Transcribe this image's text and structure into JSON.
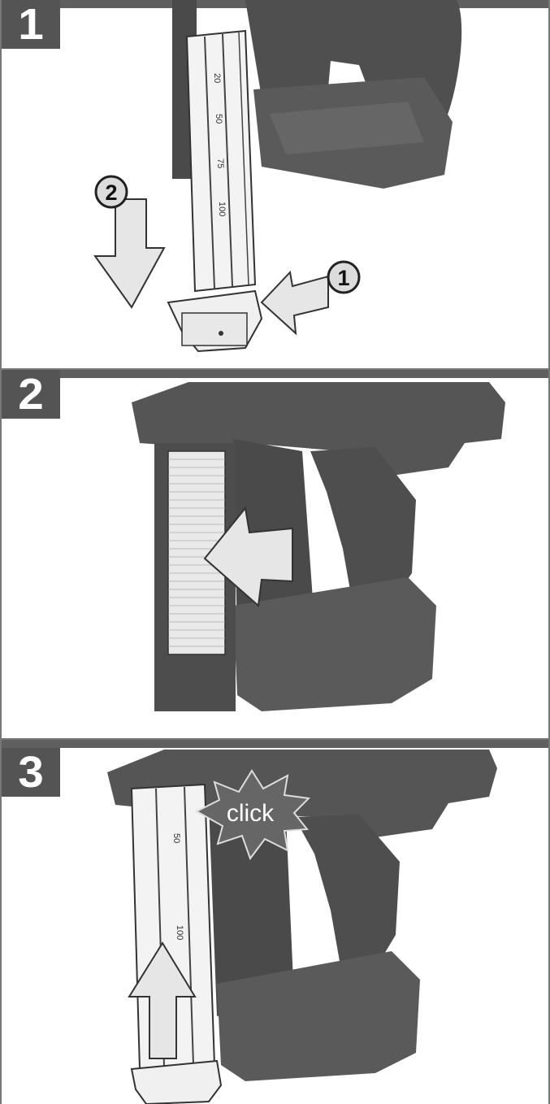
{
  "steps": [
    {
      "number": "1",
      "callouts": [
        "1",
        "2"
      ]
    },
    {
      "number": "2"
    },
    {
      "number": "3",
      "click_label": "click"
    }
  ],
  "magazine_markings": [
    "20",
    "50",
    "75",
    "100"
  ],
  "magazine_markings_step3": [
    "50",
    "100"
  ],
  "colors": {
    "bar": "#5f5f5f",
    "tool_body": "#5a5a5a",
    "magazine": "#f2f2f2",
    "arrow_fill": "#e6e6e6"
  }
}
